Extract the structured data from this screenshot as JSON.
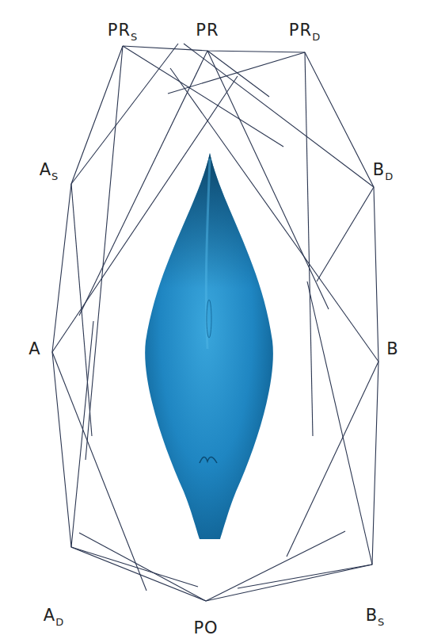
{
  "diagram": {
    "labels": [
      "PRS",
      "PR",
      "PRD",
      "AS",
      "BD",
      "A",
      "B",
      "AD",
      "BS",
      "PO"
    ]
  }
}
